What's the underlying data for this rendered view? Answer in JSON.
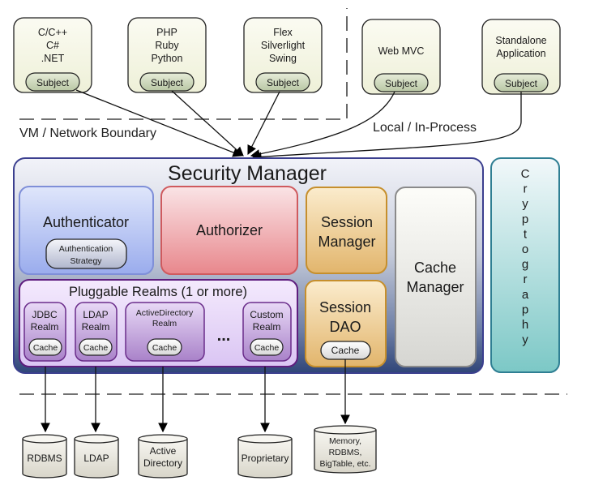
{
  "clients": [
    {
      "lines": [
        "C/C++",
        "C#",
        ".NET"
      ],
      "subject": "Subject"
    },
    {
      "lines": [
        "PHP",
        "Ruby",
        "Python"
      ],
      "subject": "Subject"
    },
    {
      "lines": [
        "Flex",
        "Silverlight",
        "Swing"
      ],
      "subject": "Subject"
    },
    {
      "lines": [
        "Web MVC"
      ],
      "subject": "Subject"
    },
    {
      "lines": [
        "Standalone",
        "Application"
      ],
      "subject": "Subject"
    }
  ],
  "boundaries": {
    "vm_network": "VM / Network Boundary",
    "local_in_process": "Local / In-Process"
  },
  "security_manager": {
    "title": "Security Manager",
    "authenticator": {
      "label": "Authenticator",
      "strategy": [
        "Authentication",
        "Strategy"
      ]
    },
    "authorizer": {
      "label": "Authorizer"
    },
    "session_manager": {
      "lines": [
        "Session",
        "Manager"
      ]
    },
    "session_dao": {
      "lines": [
        "Session",
        "DAO"
      ],
      "cache": "Cache"
    },
    "cache_manager": {
      "lines": [
        "Cache",
        "Manager"
      ]
    },
    "realms": {
      "title": "Pluggable Realms (1 or more)",
      "items": [
        {
          "lines": [
            "JDBC",
            "Realm"
          ],
          "cache": "Cache"
        },
        {
          "lines": [
            "LDAP",
            "Realm"
          ],
          "cache": "Cache"
        },
        {
          "lines": [
            "ActiveDirectory",
            "Realm"
          ],
          "cache": "Cache"
        },
        {
          "lines": [
            "Custom",
            "Realm"
          ],
          "cache": "Cache"
        }
      ],
      "ellipsis": "..."
    }
  },
  "cryptography": {
    "letters": [
      "C",
      "r",
      "y",
      "p",
      "t",
      "o",
      "g",
      "r",
      "a",
      "p",
      "h",
      "y"
    ]
  },
  "datastores": [
    {
      "lines": [
        "RDBMS"
      ]
    },
    {
      "lines": [
        "LDAP"
      ]
    },
    {
      "lines": [
        "Active",
        "Directory"
      ]
    },
    {
      "lines": [
        "Proprietary"
      ]
    },
    {
      "lines": [
        "Memory,",
        "RDBMS,",
        "BigTable, etc."
      ]
    }
  ],
  "colors": {
    "client_fill": "#f4f5e4",
    "subject_fill": "#d6dfc4",
    "security_border": "#3b3f8f",
    "authenticator_border": "#7f8fd8",
    "authorizer_border": "#cf5a5e",
    "session_border": "#c68f2c",
    "cache_manager_border": "#8a8a8a",
    "realms_border": "#5e1d7e",
    "crypto_border": "#2f7f93"
  }
}
